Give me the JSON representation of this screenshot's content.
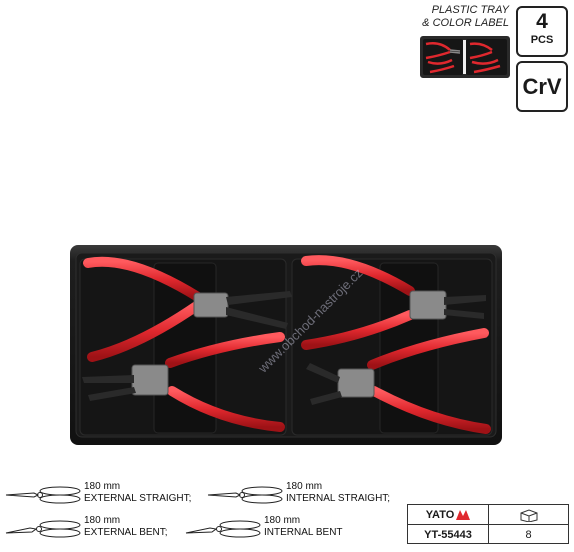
{
  "tray_label": {
    "line1": "PLASTIC TRAY",
    "line2": "& COLOR LABEL"
  },
  "badges": {
    "count_value": "4",
    "count_unit": "PCS",
    "material": "CrV"
  },
  "colors": {
    "handle_red": "#e0282e",
    "tray_black": "#1b1b1b",
    "brand_red": "#e0282e"
  },
  "watermark": "www.obchod-nastroje.cz",
  "legend": [
    {
      "size": "180 mm",
      "type": "EXTERNAL STRAIGHT;"
    },
    {
      "size": "180 mm",
      "type": "INTERNAL STRAIGHT;"
    },
    {
      "size": "180 mm",
      "type": "EXTERNAL BENT;"
    },
    {
      "size": "180 mm",
      "type": "INTERNAL BENT"
    }
  ],
  "product": {
    "brand": "YATO",
    "code": "YT-55443",
    "package_icon": "box-icon",
    "package_qty": "8"
  }
}
